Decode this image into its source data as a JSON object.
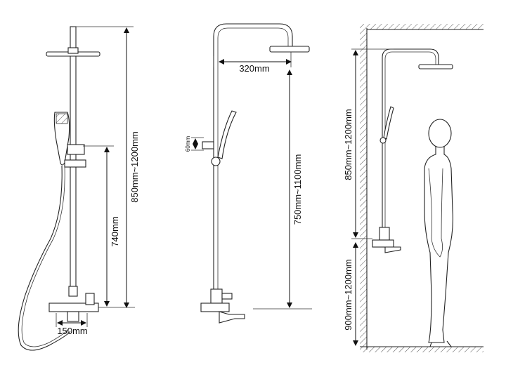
{
  "panels": {
    "front": {
      "total_height_label": "850mm~1200mm",
      "valve_height_label": "740mm",
      "spout_width_label": "150mm"
    },
    "side": {
      "arm_length_label": "320mm",
      "bracket_offset_label": "60mm",
      "valve_to_head_label": "750mm~1100mm"
    },
    "installed": {
      "upper_height_label": "850mm~1200mm",
      "lower_height_label": "900mm~1200mm"
    }
  },
  "icons": {
    "arrow": "dimension-arrow",
    "wall": "hatched-wall"
  }
}
